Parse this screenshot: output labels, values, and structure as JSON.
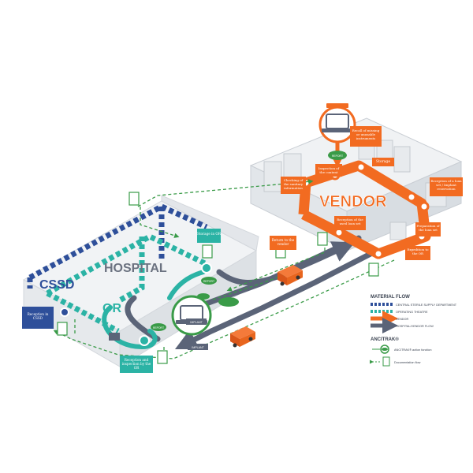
{
  "colors": {
    "cssd": "#2e4f9a",
    "or": "#2bb3a5",
    "vendor": "#f26b21",
    "grey": "#5b6478",
    "green": "#3a9b48",
    "building": "#e9ecef"
  },
  "zones": {
    "cssd": "CSSD",
    "hospital": "HOSPITAL",
    "or": "OR",
    "vendor": "VENDOR"
  },
  "steps": {
    "reception_cssd": "Reception in CSSD",
    "storage_or": "Storage in OR",
    "reception_or": "Reception and inspection by the OR",
    "return_vendor": "Return to the vendor",
    "checking": "Checking of the sanitary information",
    "inspection": "Inspection of the content",
    "recall": "Recall of missing or unusable instruments",
    "storage": "Storage",
    "reception_loan": "Reception of a loan set / Implant reservation",
    "reception_used": "Reception of the used loan set",
    "preparation": "Preparation of the loan set",
    "expedition": "Expedition to the OR"
  },
  "badges": {
    "report": "REPORT",
    "implant": "IMPLANT"
  },
  "legend": {
    "title": "MATERIAL FLOW",
    "items": [
      "CENTRAL STERILE SUPPLY DEPARTMENT",
      "OPERATING THEATRE",
      "VENDOR",
      "HOSPITAL/VENDOR FLOW"
    ],
    "ancitrak_title": "ANCITRAK®",
    "ancitrak_action": "ANCITRAK® action function",
    "documentation": "Documentation flow"
  },
  "icons": [
    "tablet-scanner-icon",
    "document-icon",
    "delivery-truck-icon",
    "action-badge-icon"
  ]
}
